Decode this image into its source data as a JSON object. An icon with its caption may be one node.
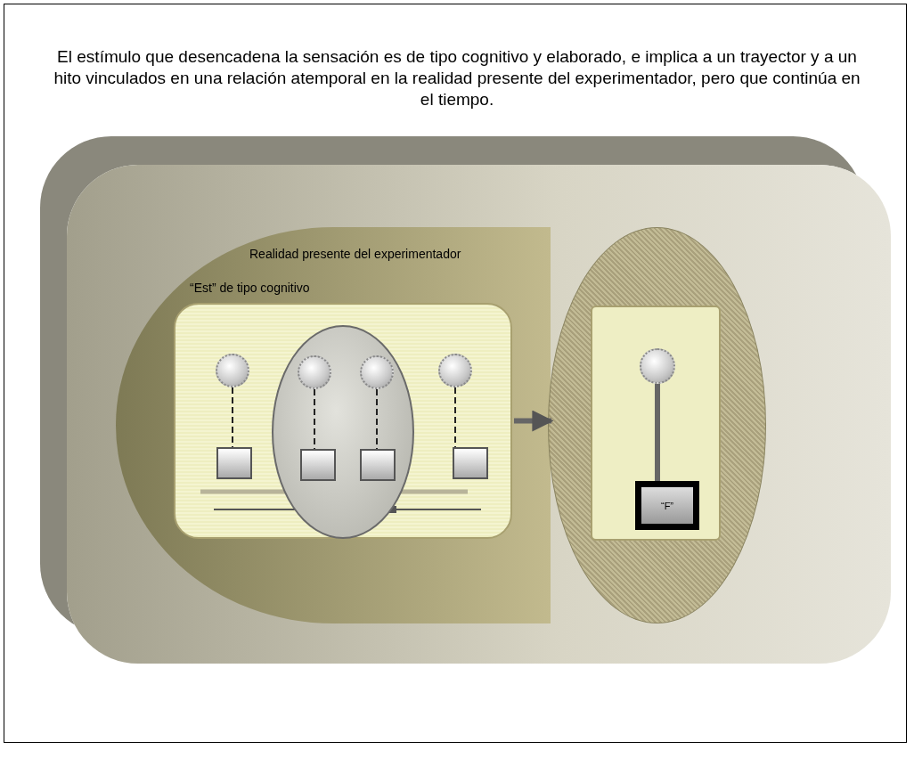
{
  "diagram": {
    "title": "El estímulo que desencadena la sensación es de tipo cognitivo y elaborado, e implica a un trayector y a un hito vinculados en una relación atemporal en la realidad presente del experimentador, pero que continúa en el tiempo.",
    "nodes": [
      {
        "text": [],
        "shape": "box"
      },
      {
        "text": [
          "Realidad presente del experimentador"
        ],
        "in": 0
      },
      {
        "text": [
          "“Est” de tipo cognitivo"
        ],
        "in": 1
      },
      {
        "text": [],
        "shape": "circle",
        "in": 2
      },
      {
        "text": [],
        "shape": "circle",
        "in": 2
      },
      {
        "text": [],
        "shape": "circle",
        "in": 3
      },
      {
        "text": [],
        "shape": "circle",
        "in": 3
      },
      {
        "text": [],
        "shape": "circle",
        "in": 2
      },
      {
        "text": [],
        "shape": "box",
        "in": 2
      },
      {
        "text": [],
        "shape": "box",
        "in": 3
      },
      {
        "text": [],
        "shape": "box",
        "in": 3
      },
      {
        "text": [],
        "shape": "box",
        "in": 2
      },
      {
        "text": [],
        "shape": "circle",
        "in": 0
      },
      {
        "text": [],
        "shape": "box",
        "in": 12
      },
      {
        "text": [],
        "shape": "circle",
        "in": 13
      },
      {
        "text": [
          "“F”"
        ],
        "in": 13
      }
    ],
    "edges": [
      {
        "from": 4,
        "to": 8,
        "arrow": "none",
        "style": "dashed"
      },
      {
        "from": 5,
        "to": 9,
        "arrow": "none",
        "style": "dashed"
      },
      {
        "from": 6,
        "to": 10,
        "arrow": "none",
        "style": "dashed"
      },
      {
        "from": 7,
        "to": 11,
        "arrow": "none",
        "style": "dashed"
      },
      {
        "from": 14,
        "to": 15,
        "arrow": "none",
        "style": "thick"
      },
      {
        "from": 2,
        "to": 12,
        "arrow": "to",
        "style": "thick"
      }
    ]
  }
}
